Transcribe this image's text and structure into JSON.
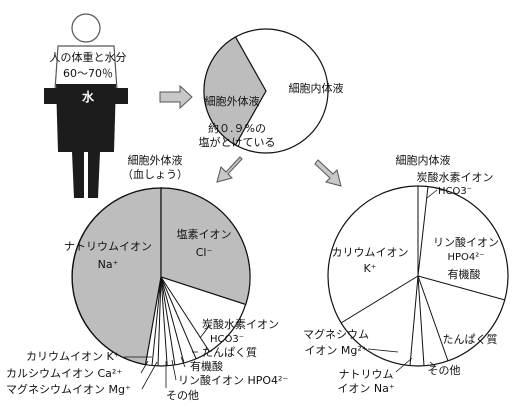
{
  "colors": {
    "gray_fill": "#bdbdbd",
    "dark_body": "#1c1c1c",
    "line": "#111111",
    "arrow_fill": "#c8c8c8"
  },
  "body_figure": {
    "title": "人の体重と水分",
    "percent": "60～70％",
    "water": "水"
  },
  "top_pie": {
    "extracellular": "細胞外体液",
    "intracellular": "細胞内体液",
    "note_line1": "約０.９%の",
    "note_line2": "塩がとけている"
  },
  "left_pie": {
    "title_line1": "細胞外体液",
    "title_line2": "（血しょう）",
    "sodium_line1": "ナトリウムイオン",
    "sodium_line2": "Na⁺",
    "chloride_line1": "塩素イオン",
    "chloride_line2": "Cl⁻",
    "bicarbonate_line1": "炭酸水素イオン",
    "bicarbonate_line2": "HCO3⁻",
    "protein": "たんぱく質",
    "organic_acid": "有機酸",
    "phosphate": "リン酸イオン HPO4²⁻",
    "other": "その他",
    "potassium": "カリウムイオン K⁺",
    "calcium": "カルシウムイオン Ca²⁺",
    "magnesium": "マグネシウムイオン Mg⁺"
  },
  "right_pie": {
    "title": "細胞内体液",
    "bicarbonate_line1": "炭酸水素イオン",
    "bicarbonate_line2": "HCO3⁻",
    "phosphate_line1": "リン酸イオン",
    "phosphate_line2": "HPO4²⁻",
    "organic_acid": "有機酸",
    "potassium_line1": "カリウムイオン",
    "potassium_line2": "K⁺",
    "protein": "たんぱく質",
    "magnesium_line1": "マグネシウム",
    "magnesium_line2": "イオン Mg²⁺",
    "sodium_line1": "ナトリウム",
    "sodium_line2": "イオン Na⁺",
    "other": "その他"
  }
}
